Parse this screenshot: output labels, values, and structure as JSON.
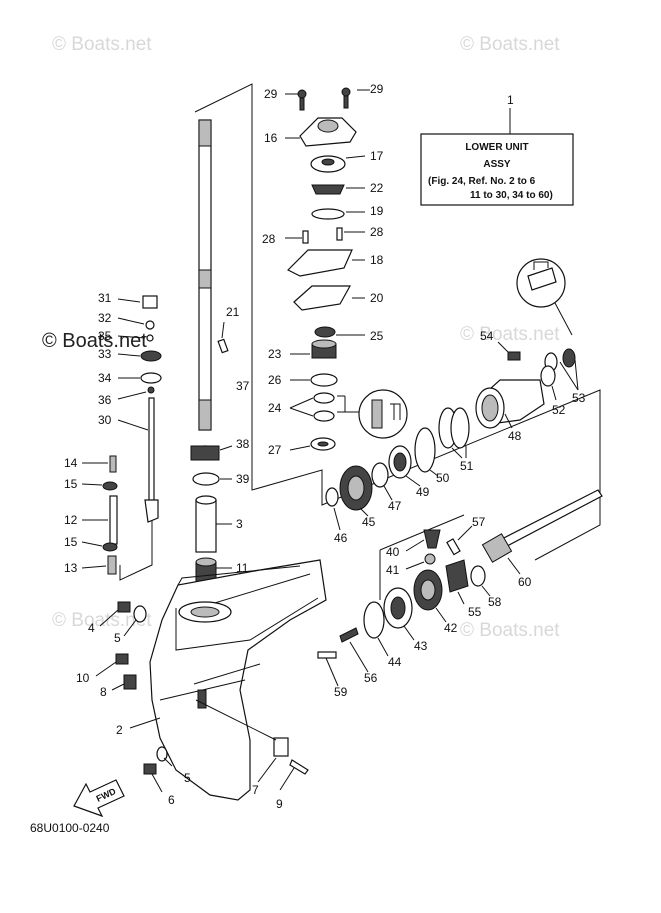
{
  "watermark": "© Boats.net",
  "catalog_code": "68U0100-0240",
  "title_box": {
    "ref": "1",
    "line1": "LOWER UNIT",
    "line2": "ASSY",
    "line3": "(Fig. 24, Ref. No. 2 to 6",
    "line4": "11 to 30, 34 to 60)"
  },
  "fwd_label": "FWD",
  "callouts": {
    "c29a": "29",
    "c29b": "29",
    "c16": "16",
    "c17": "17",
    "c22": "22",
    "c19": "19",
    "c28a": "28",
    "c28b": "28",
    "c18": "18",
    "c20": "20",
    "c21": "21",
    "c25": "25",
    "c23": "23",
    "c26": "26",
    "c24": "24",
    "c27": "27",
    "c31": "31",
    "c32": "32",
    "c35": "35",
    "c33": "33",
    "c34": "34",
    "c36": "36",
    "c30": "30",
    "c37": "37",
    "c38": "38",
    "c39": "39",
    "c3": "3",
    "c11": "11",
    "c14": "14",
    "c15a": "15",
    "c12": "12",
    "c15b": "15",
    "c13": "13",
    "c4": "4",
    "c5a": "5",
    "c10": "10",
    "c8": "8",
    "c2": "2",
    "c5b": "5",
    "c6": "6",
    "c7": "7",
    "c9": "9",
    "c54": "54",
    "c53": "53",
    "c52": "52",
    "c48": "48",
    "c51": "51",
    "c50": "50",
    "c49": "49",
    "c47": "47",
    "c45": "45",
    "c46": "46",
    "c57": "57",
    "c40": "40",
    "c41": "41",
    "c60": "60",
    "c58": "58",
    "c55": "55",
    "c42": "42",
    "c43": "43",
    "c44": "44",
    "c56": "56",
    "c59": "59"
  }
}
